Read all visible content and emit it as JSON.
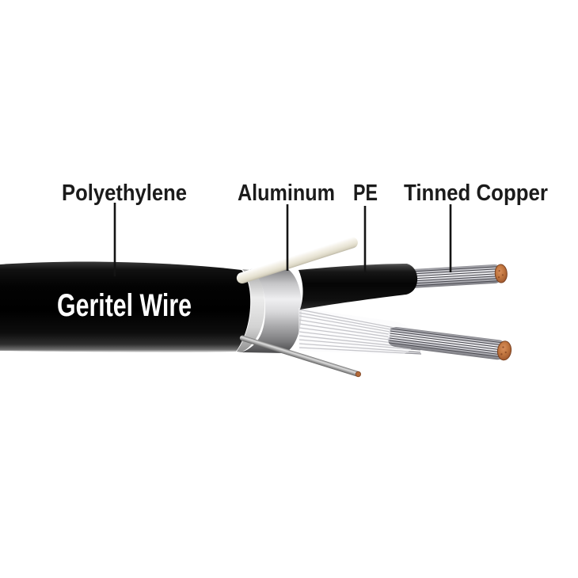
{
  "diagram": {
    "brand": "Geritel Wire",
    "labels": {
      "polyethylene": "Polyethylene",
      "aluminum": "Aluminum",
      "pe": "PE",
      "tinned_copper": "Tinned Copper"
    }
  },
  "colors": {
    "background": "#ffffff",
    "label_text": "#1b1b1b",
    "brand_text": "#ffffff",
    "leader_line": "#141414",
    "jacket_black": "#050505",
    "aluminum_silver": "#d9d9db",
    "tape_cream": "#ece8da",
    "tinned_strand_silver": "#d8d8dc",
    "copper": "#b26a3a"
  }
}
